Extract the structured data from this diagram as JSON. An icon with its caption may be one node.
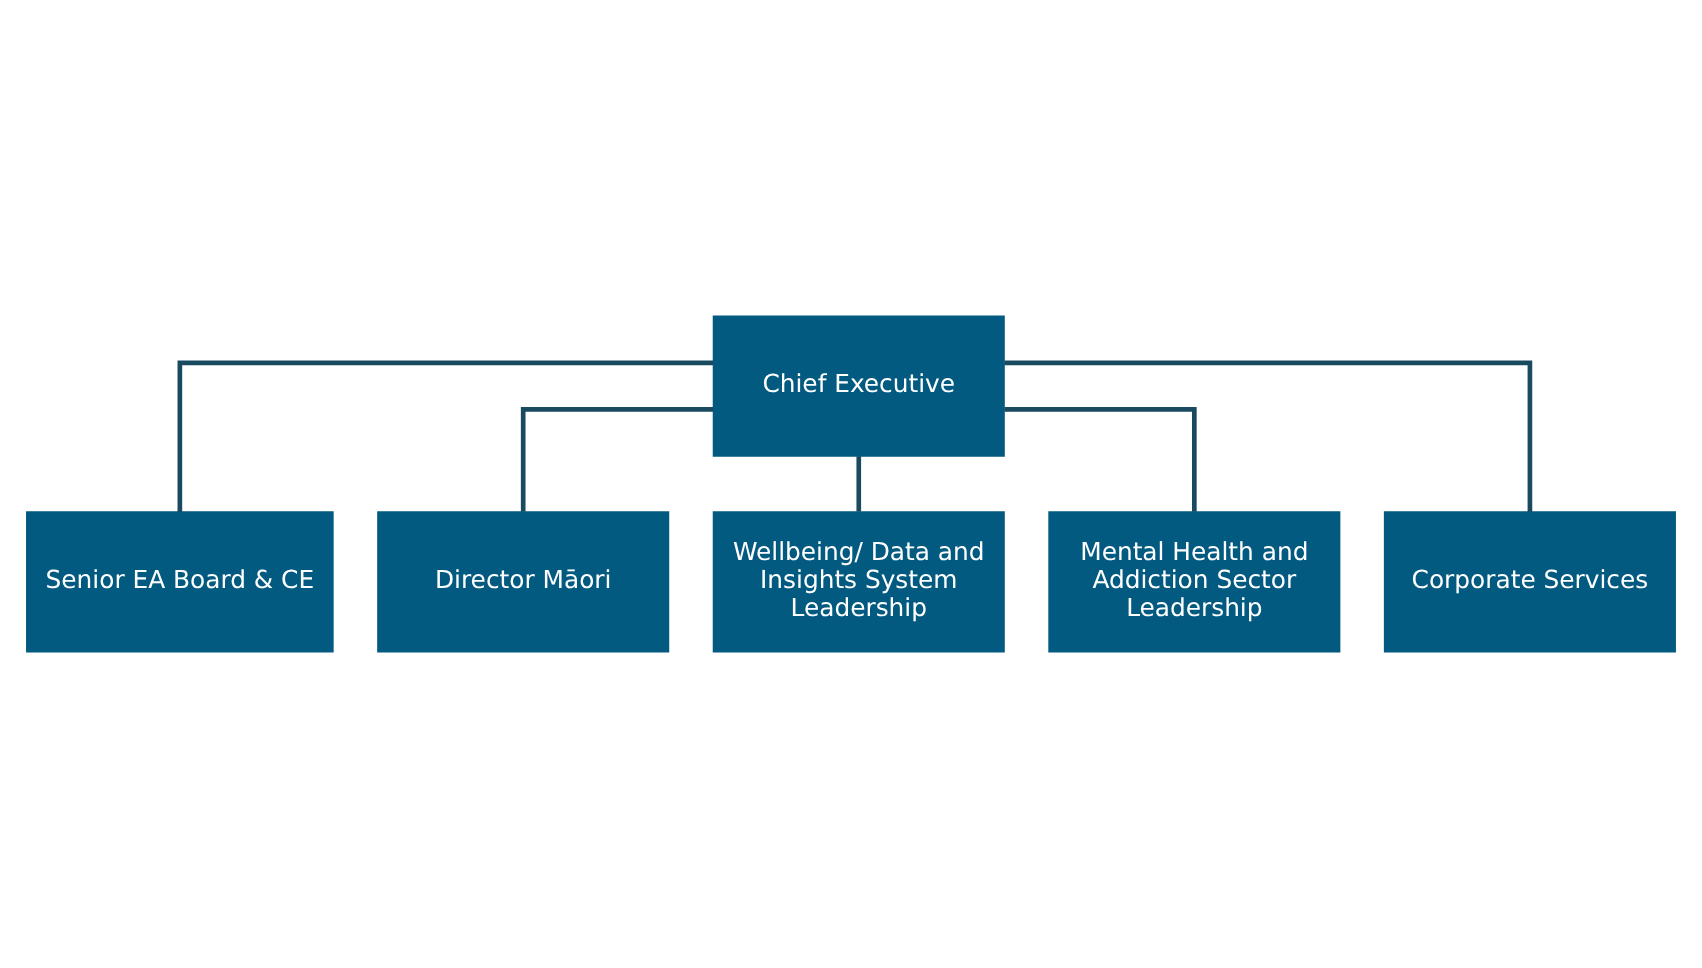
{
  "diagram": {
    "nodes": [
      {
        "text": [
          "Chief Executive"
        ]
      },
      {
        "text": [
          "Senior EA Board & CE"
        ]
      },
      {
        "text": [
          "Director Māori"
        ]
      },
      {
        "text": [
          "Wellbeing/ Data and Insights System Leadership"
        ]
      },
      {
        "text": [
          "Mental Health and Addiction Sector Leadership"
        ]
      },
      {
        "text": [
          "Corporate Services"
        ]
      }
    ],
    "edges": [
      {
        "from": 0,
        "to": 1,
        "arrow": "none"
      },
      {
        "from": 0,
        "to": 2,
        "arrow": "none"
      },
      {
        "from": 0,
        "to": 3,
        "arrow": "none"
      },
      {
        "from": 0,
        "to": 4,
        "arrow": "none"
      },
      {
        "from": 0,
        "to": 5,
        "arrow": "none"
      }
    ]
  }
}
